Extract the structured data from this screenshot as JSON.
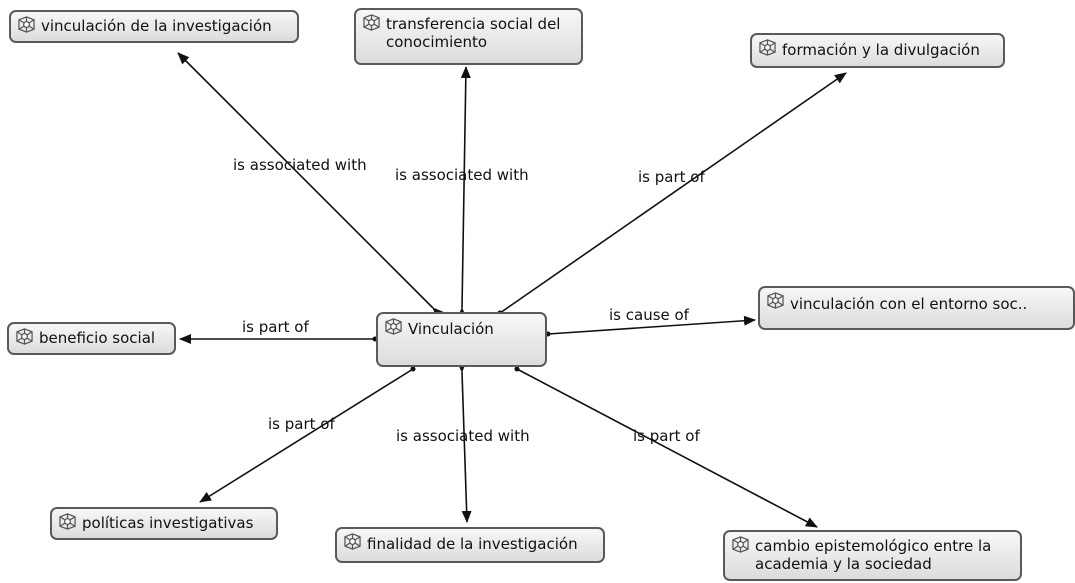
{
  "nodes": {
    "vinculacion": "Vinculación",
    "vinculacion_investigacion": "vinculación de la investigación",
    "transferencia": "transferencia social del conocimiento",
    "formacion": "formación y la divulgación",
    "entorno": "vinculación con el entorno soc..",
    "beneficio": "beneficio social",
    "politicas": "políticas investigativas",
    "finalidad": "finalidad de la investigación",
    "cambio": "cambio epistemológico entre la academia y la sociedad"
  },
  "relations": {
    "r1": "is associated with",
    "r2": "is associated with",
    "r3": "is part of",
    "r4": "is part of",
    "r5": "is cause of",
    "r6": "is part of",
    "r7": "is associated with",
    "r8": "is part of"
  },
  "icon": "concept-node-icon"
}
